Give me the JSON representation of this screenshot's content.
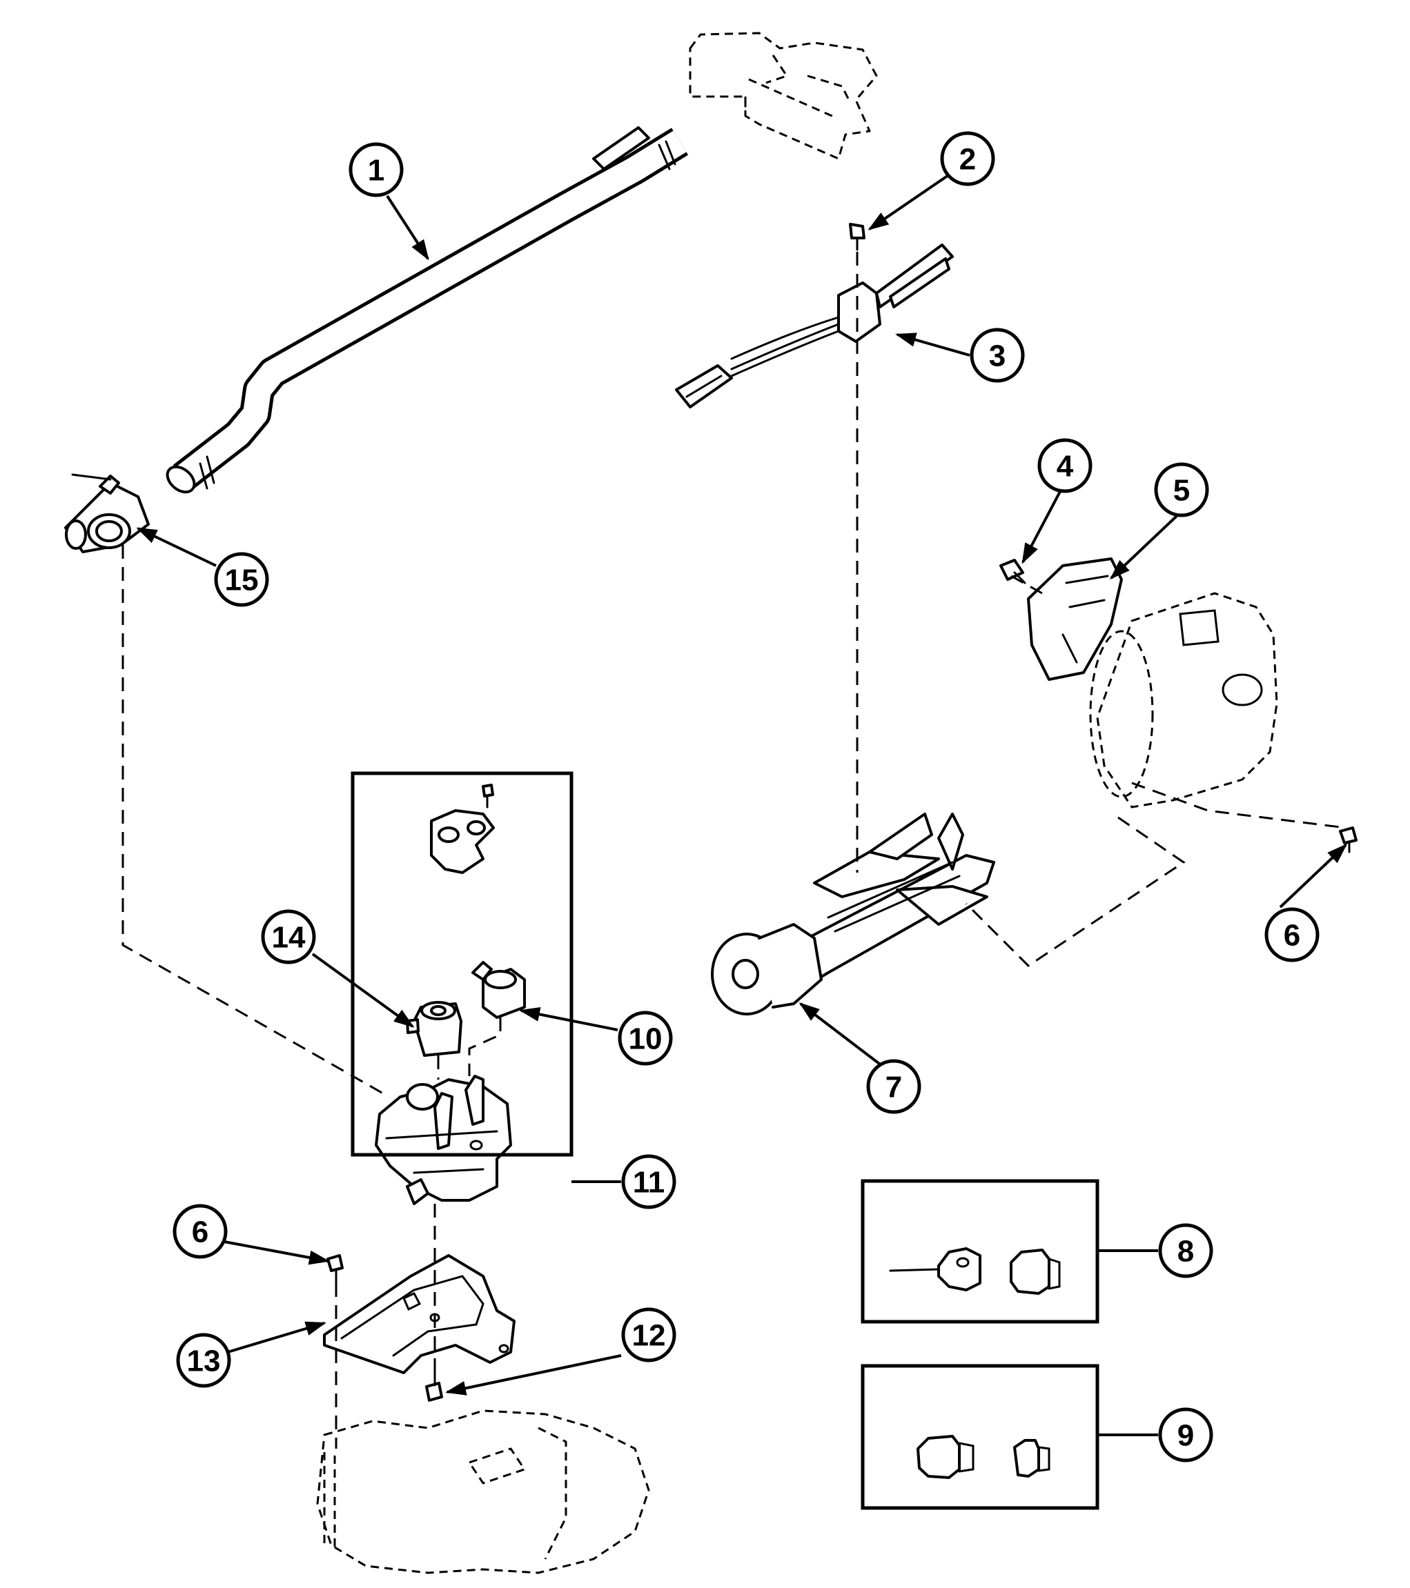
{
  "callouts": [
    "1",
    "2",
    "3",
    "4",
    "5",
    "6",
    "7",
    "8",
    "9",
    "10",
    "11",
    "12",
    "13",
    "14",
    "15"
  ],
  "colors": {
    "line": "#000000",
    "background": "#ffffff"
  }
}
